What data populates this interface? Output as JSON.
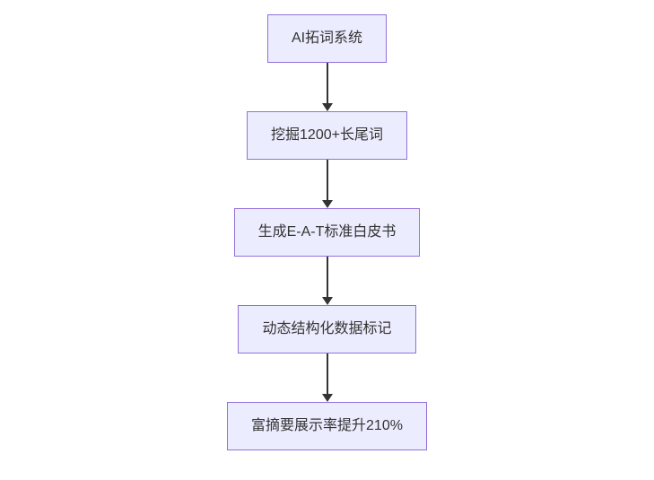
{
  "page": {
    "background": "#ffffff"
  },
  "colors": {
    "node-fill": "#ececff",
    "node-border": "#9370db",
    "node-text": "#333333",
    "arrow": "#333333",
    "page-bg": "#ffffff"
  },
  "flowchart": {
    "type": "flowchart-top-down",
    "nodes": [
      {
        "id": "A",
        "label": "AI拓词系统"
      },
      {
        "id": "B",
        "label": "挖掘1200+长尾词"
      },
      {
        "id": "C",
        "label": "生成E-A-T标准白皮书"
      },
      {
        "id": "D",
        "label": "动态结构化数据标记"
      },
      {
        "id": "E",
        "label": "富摘要展示率提升210%"
      }
    ],
    "edges": [
      {
        "from": "A",
        "to": "B"
      },
      {
        "from": "B",
        "to": "C"
      },
      {
        "from": "C",
        "to": "D"
      },
      {
        "from": "D",
        "to": "E"
      }
    ]
  }
}
